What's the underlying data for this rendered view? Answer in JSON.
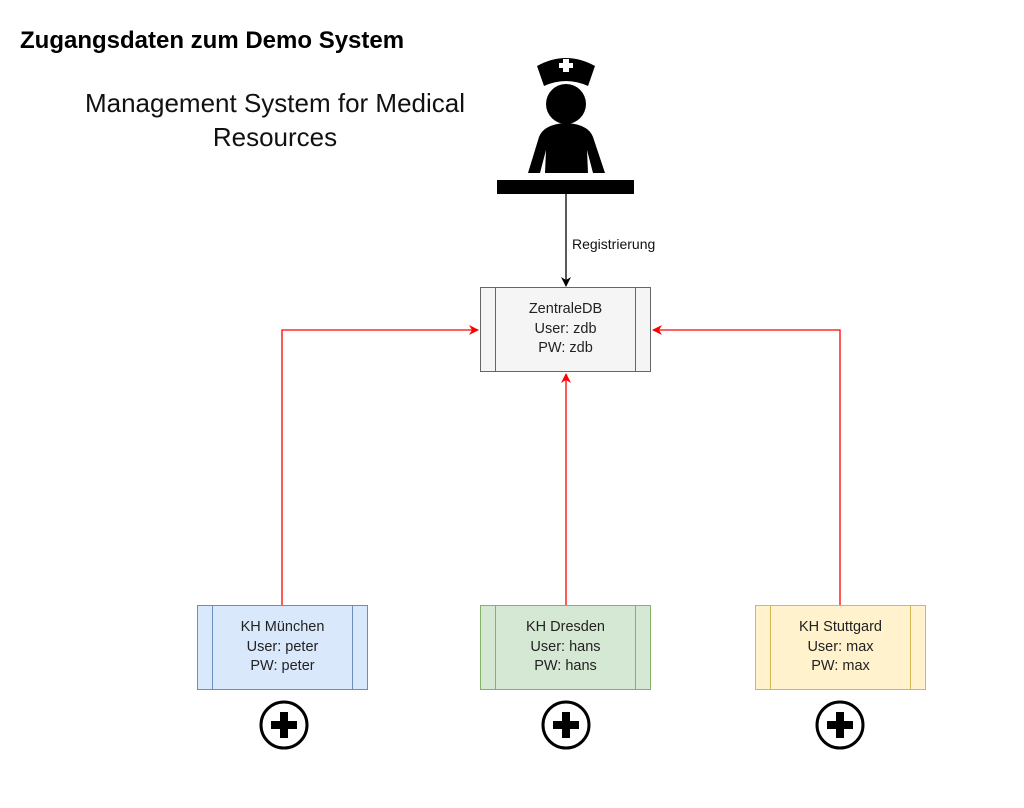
{
  "header": {
    "title": "Zugangsdaten zum Demo System",
    "subtitle": "Management System for Medical Resources"
  },
  "actor": {
    "icon": "nurse-at-desk-icon"
  },
  "edges": {
    "registration_label": "Registrierung",
    "registration_color": "#000000",
    "hospital_link_color": "#ff0000"
  },
  "central": {
    "name": "ZentraleDB",
    "user": "User: zdb",
    "pw": "PW: zdb",
    "fill": "#f5f5f5",
    "stroke": "#666666"
  },
  "hospitals": [
    {
      "name": "KH München",
      "user": "User: peter",
      "pw": "PW: peter",
      "fill": "#dae8fc",
      "stroke": "#6c8ebf",
      "icon": "add-circle-icon"
    },
    {
      "name": "KH Dresden",
      "user": "User: hans",
      "pw": "PW: hans",
      "fill": "#d5e8d4",
      "stroke": "#82b366",
      "icon": "add-circle-icon"
    },
    {
      "name": "KH Stuttgard",
      "user": "User: max",
      "pw": "PW: max",
      "fill": "#fff2cc",
      "stroke": "#d6b656",
      "icon": "add-circle-icon"
    }
  ]
}
